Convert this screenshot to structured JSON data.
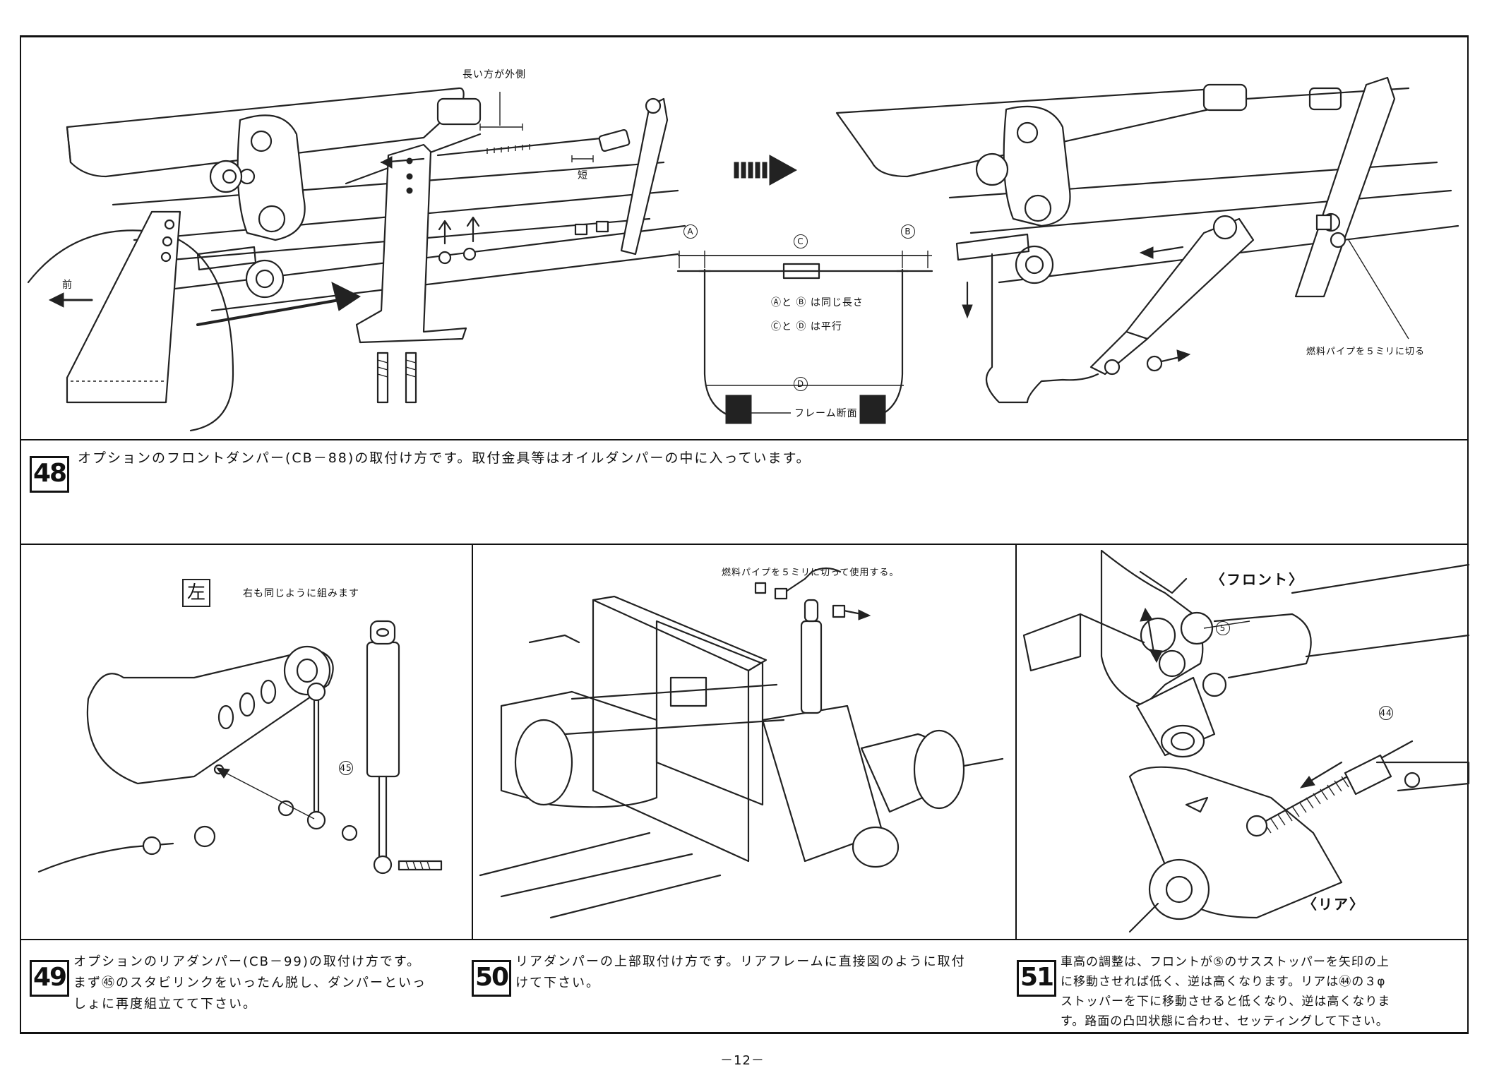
{
  "panel48": {
    "step": "48",
    "caption": "オプションのフロントダンパー(CB－88)の取付け方です。取付金具等はオイルダンパーの中に入っています。",
    "label_long_outside": "長い方が外側",
    "label_short": "短",
    "label_front": "前",
    "label_A": "A",
    "label_B": "B",
    "label_C": "C",
    "label_D": "D",
    "note_ab": "Ⓐと Ⓑ は同じ長さ",
    "note_cd": "Ⓒと Ⓓ は平行",
    "label_frame": "フレーム断面",
    "label_fuel_pipe": "燃料パイプを５ミリに切る"
  },
  "panel49": {
    "step": "49",
    "caption_line1": "オプションのリアダンパー(CB－99)の取付け方です。",
    "caption_line2": "まず㊺のスタビリンクをいったん脱し、ダンパーといっ",
    "caption_line3": "しょに再度組立てて下さい。",
    "label_left": "左",
    "label_same": "右も同じように組みます",
    "label_45": "45"
  },
  "panel50": {
    "step": "50",
    "caption_line1": "リアダンパーの上部取付け方です。リアフレームに直接図のように取付",
    "caption_line2": "けて下さい。",
    "label_fuel_pipe": "燃料パイプを５ミリに切って使用する。"
  },
  "panel51": {
    "step": "51",
    "caption_line1": "車高の調整は、フロントが⑤のサスストッパーを矢印の上",
    "caption_line2": "に移動させれば低く、逆は高くなります。リアは㊹の３φ",
    "caption_line3": "ストッパーを下に移動させると低くなり、逆は高くなりま",
    "caption_line4": "す。路面の凸凹状態に合わせ、セッティングして下さい。",
    "label_front": "〈フロント〉",
    "label_rear": "〈リア〉",
    "label_5": "5",
    "label_44": "44"
  },
  "footer": {
    "page_number": "－12－"
  }
}
